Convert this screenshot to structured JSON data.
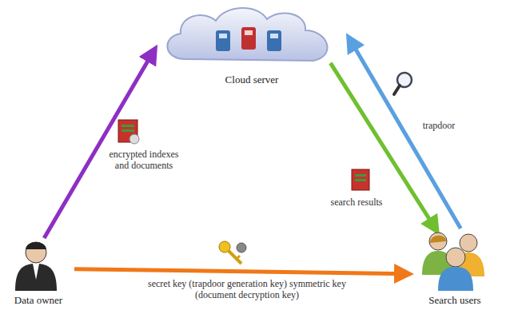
{
  "diagram": {
    "nodes": [
      {
        "text": [
          "Cloud server"
        ]
      },
      {
        "text": [
          "Data owner"
        ]
      },
      {
        "text": [
          "Search users"
        ]
      }
    ],
    "edges": [
      {
        "from": 1,
        "to": 0,
        "label": "encrypted indexes and documents",
        "arrow": "to"
      },
      {
        "from": 2,
        "to": 0,
        "label": "trapdoor",
        "arrow": "to"
      },
      {
        "from": 0,
        "to": 2,
        "label": "search results",
        "arrow": "to"
      },
      {
        "from": 1,
        "to": 2,
        "label": "secret key (trapdoor generation key) symmetric key (document decryption key)",
        "arrow": "to"
      }
    ]
  }
}
